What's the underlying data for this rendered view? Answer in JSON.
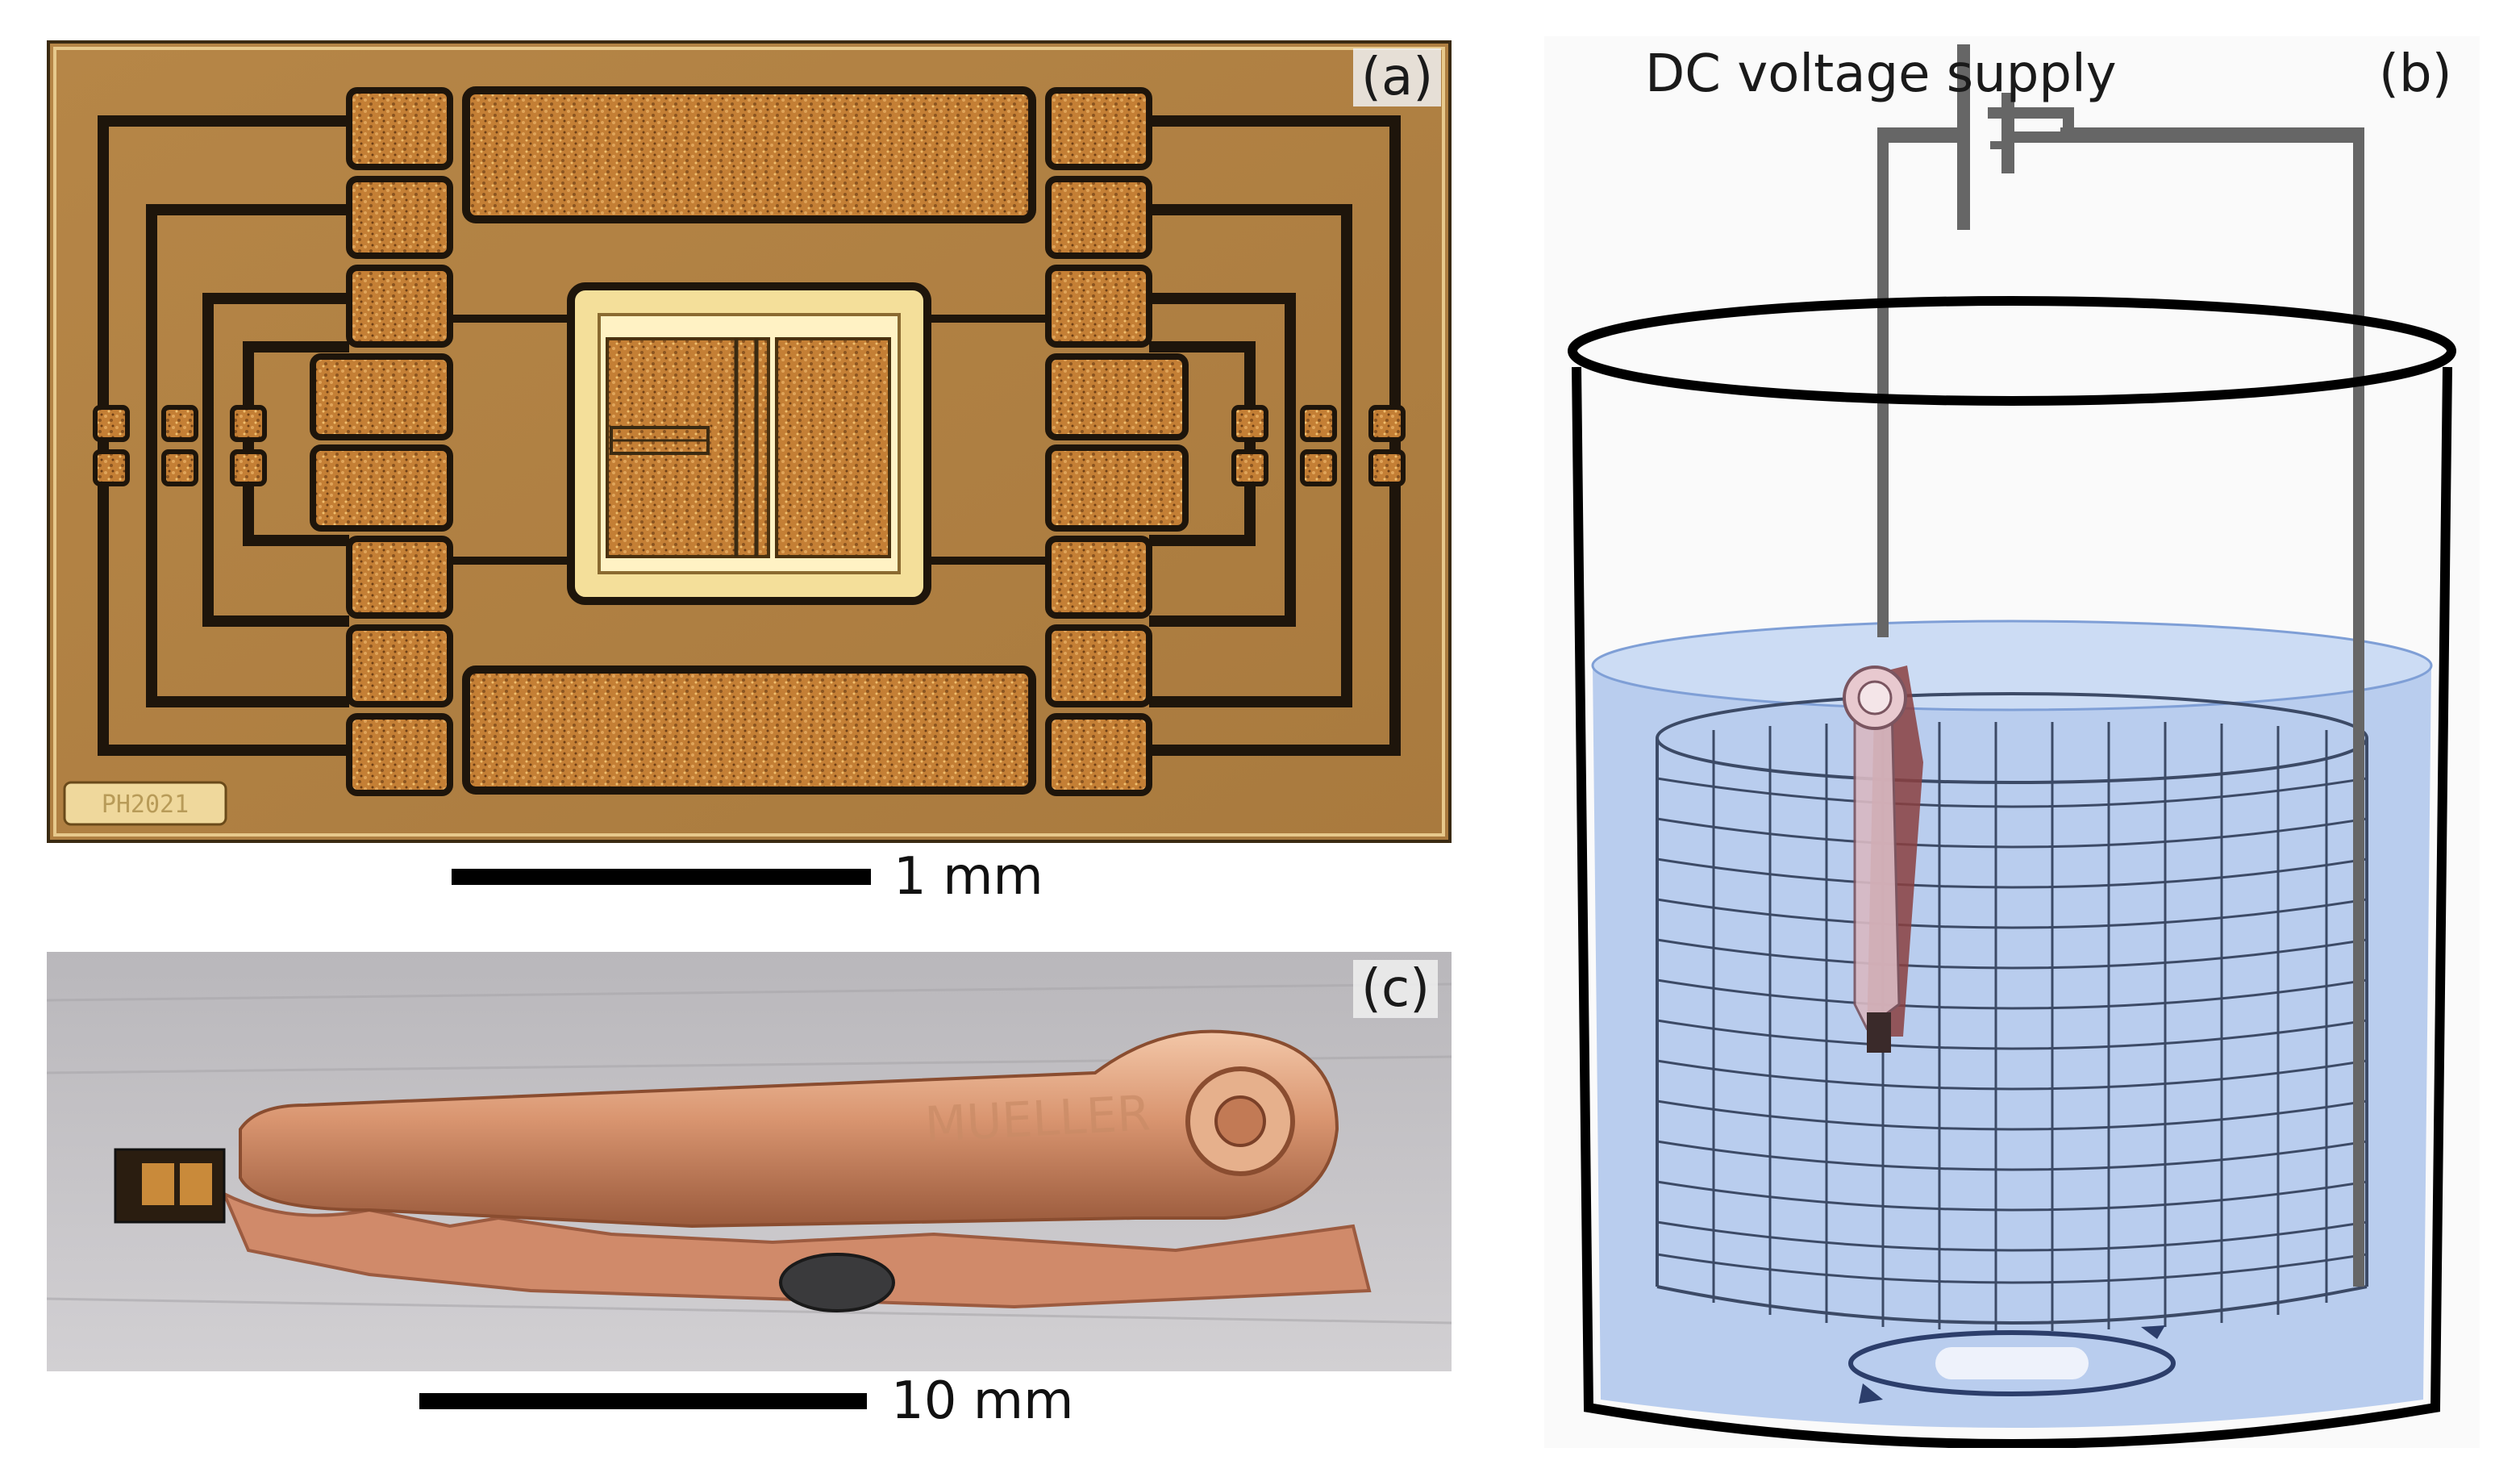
{
  "panels": {
    "a": {
      "label": "(a)",
      "scale_text": "1 mm",
      "chip_marking": "PH2021"
    },
    "b": {
      "label": "(b)",
      "supply_text": "DC voltage supply"
    },
    "c": {
      "label": "(c)",
      "scale_text": "10 mm",
      "clip_engraving": "MUELLER"
    }
  },
  "colors": {
    "chip_background": "#b8874a",
    "chip_pad": "#c98a3a",
    "chip_trace": "#1e150b",
    "chip_frame": "#f4df9a",
    "liquid": "#b9cdee",
    "mesh": "#3c4a66",
    "wire": "#666666",
    "copper": "#d99570"
  }
}
